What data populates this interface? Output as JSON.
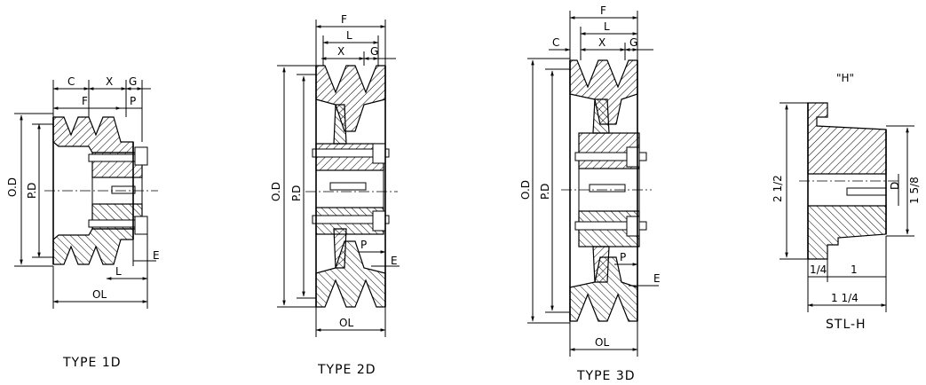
{
  "figures": [
    {
      "caption": "TYPE 1D",
      "labels": {
        "od": "O.D",
        "pd": "P.D",
        "c": "C",
        "x": "X",
        "g": "G",
        "f": "F",
        "p": "P",
        "l": "L",
        "e": "E",
        "ol": "OL"
      }
    },
    {
      "caption": "TYPE 2D",
      "labels": {
        "od": "O.D",
        "pd": "P.D",
        "f": "F",
        "l": "L",
        "x": "X",
        "g": "G",
        "p": "P",
        "e": "E",
        "ol": "OL"
      }
    },
    {
      "caption": "TYPE 3D",
      "labels": {
        "od": "O.D",
        "pd": "P.D",
        "f": "F",
        "l": "L",
        "c": "C",
        "x": "X",
        "g": "G",
        "p": "P",
        "e": "E",
        "ol": "OL"
      }
    },
    {
      "caption": "STL-H",
      "title": "\"H\"",
      "labels": {
        "height": "2 1/2",
        "d": "D",
        "bore": "1 5/8",
        "flange": "1/4",
        "body": "1",
        "total": "1 1/4"
      }
    }
  ]
}
